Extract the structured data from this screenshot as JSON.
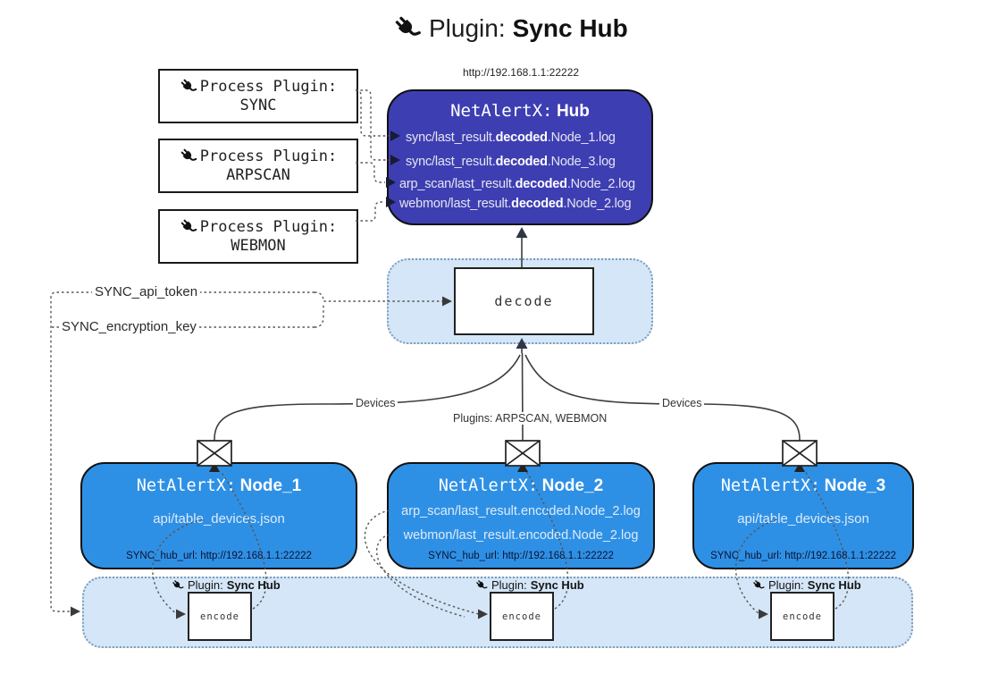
{
  "title": {
    "prefix": "Plugin:",
    "name": "Sync Hub"
  },
  "process_plugins": [
    {
      "label": "Process Plugin:",
      "name": "SYNC"
    },
    {
      "label": "Process Plugin:",
      "name": "ARPSCAN"
    },
    {
      "label": "Process Plugin:",
      "name": "WEBMON"
    }
  ],
  "hub": {
    "url": "http://192.168.1.1:22222",
    "title_prefix": "NetAlertX:",
    "title_name": "Hub",
    "files": [
      {
        "pre": "sync/last_result.",
        "mid": "decoded",
        "post": ".Node_1.log"
      },
      {
        "pre": "sync/last_result.",
        "mid": "decoded",
        "post": ".Node_3.log"
      },
      {
        "pre": "arp_scan/last_result.",
        "mid": "decoded",
        "post": ".Node_2.log"
      },
      {
        "pre": "webmon/last_result.",
        "mid": "decoded",
        "post": ".Node_2.log"
      }
    ]
  },
  "decode": {
    "label": "decode"
  },
  "secrets": {
    "api_token": "SYNC_api_token",
    "encryption_key": "SYNC_encryption_key"
  },
  "edge_labels": {
    "devices_left": "Devices",
    "plugins_middle": "Plugins: ARPSCAN, WEBMON",
    "devices_right": "Devices"
  },
  "nodes": [
    {
      "title_prefix": "NetAlertX:",
      "title_name": "Node_1",
      "files": [
        "api/table_devices.json"
      ],
      "hub_url_label": "SYNC_hub_url: http://192.168.1.1:22222"
    },
    {
      "title_prefix": "NetAlertX:",
      "title_name": "Node_2",
      "files": [
        "arp_scan/last_result.encoded.Node_2.log",
        "webmon/last_result.encoded.Node_2.log"
      ],
      "hub_url_label": "SYNC_hub_url: http://192.168.1.1:22222"
    },
    {
      "title_prefix": "NetAlertX:",
      "title_name": "Node_3",
      "files": [
        "api/table_devices.json"
      ],
      "hub_url_label": "SYNC_hub_url: http://192.168.1.1:22222"
    }
  ],
  "encode_band": {
    "plugin_prefix": "Plugin:",
    "plugin_name": "Sync Hub",
    "encode_label": "encode"
  },
  "colors": {
    "hub_fill": "#3e3eb3",
    "node_fill": "#2e90e5",
    "panel_fill": "#d4e6f7",
    "outline": "#111111",
    "arrow_dark": "#2f3747",
    "background": "#ffffff"
  }
}
